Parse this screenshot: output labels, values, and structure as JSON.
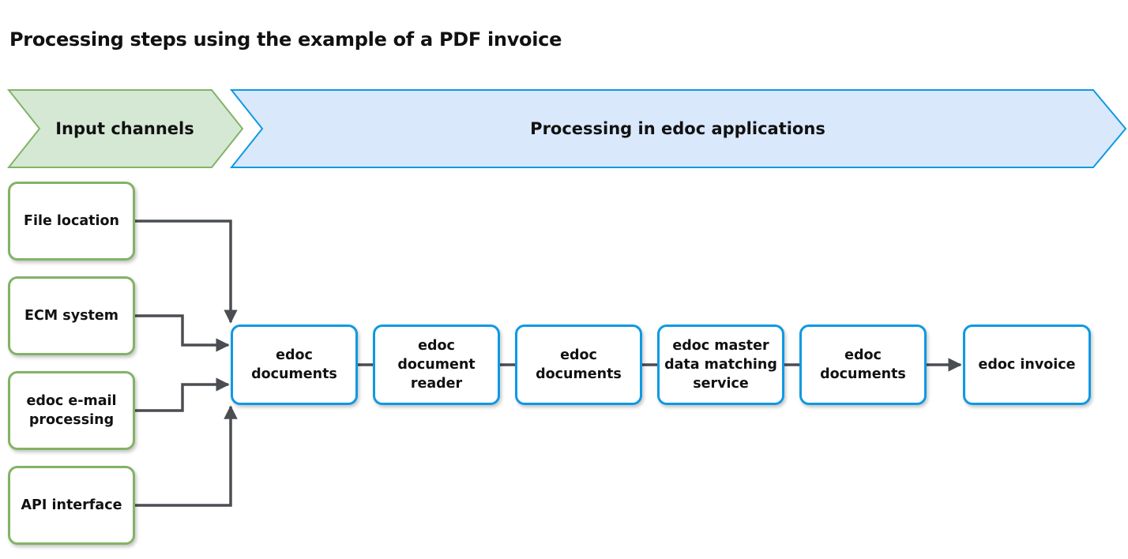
{
  "title": "Processing steps using the example of a PDF invoice",
  "colors": {
    "green_fill": "#d5e8d4",
    "green_stroke": "#82b366",
    "blue_fill": "#dae8fc",
    "blue_stroke": "#0e99e3",
    "connector": "#4a4d52"
  },
  "banners": {
    "input": "Input channels",
    "processing": "Processing in edoc applications"
  },
  "inputs": [
    "File location",
    "ECM system",
    "edoc e-mail\nprocessing",
    "API interface"
  ],
  "steps": [
    "edoc\ndocuments",
    "edoc document\nreader",
    "edoc\ndocuments",
    "edoc master\ndata matching\nservice",
    "edoc\ndocuments",
    "edoc invoice"
  ]
}
